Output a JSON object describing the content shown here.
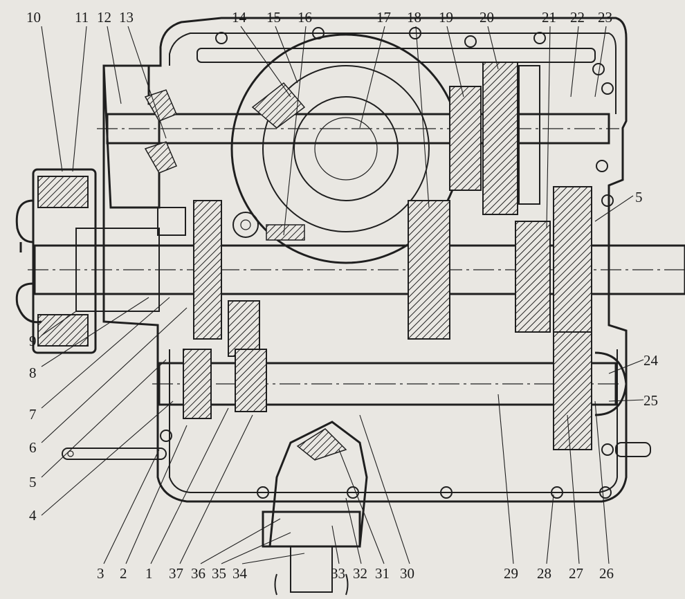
{
  "labels_top": [
    "10",
    "11",
    "12",
    "13",
    "14",
    "15",
    "16",
    "17",
    "18",
    "19",
    "20",
    "21",
    "22",
    "23"
  ],
  "labels_left": [
    "9",
    "8",
    "7",
    "6",
    "5",
    "4"
  ],
  "labels_right": [
    "5",
    "24",
    "25"
  ],
  "labels_bottom": [
    "3",
    "2",
    "1",
    "37",
    "36",
    "35",
    "34",
    "33",
    "32",
    "31",
    "30",
    "29",
    "28",
    "27",
    "26"
  ],
  "colors": {
    "paper": "#e9e7e2",
    "ink": "#1f1f1f"
  }
}
